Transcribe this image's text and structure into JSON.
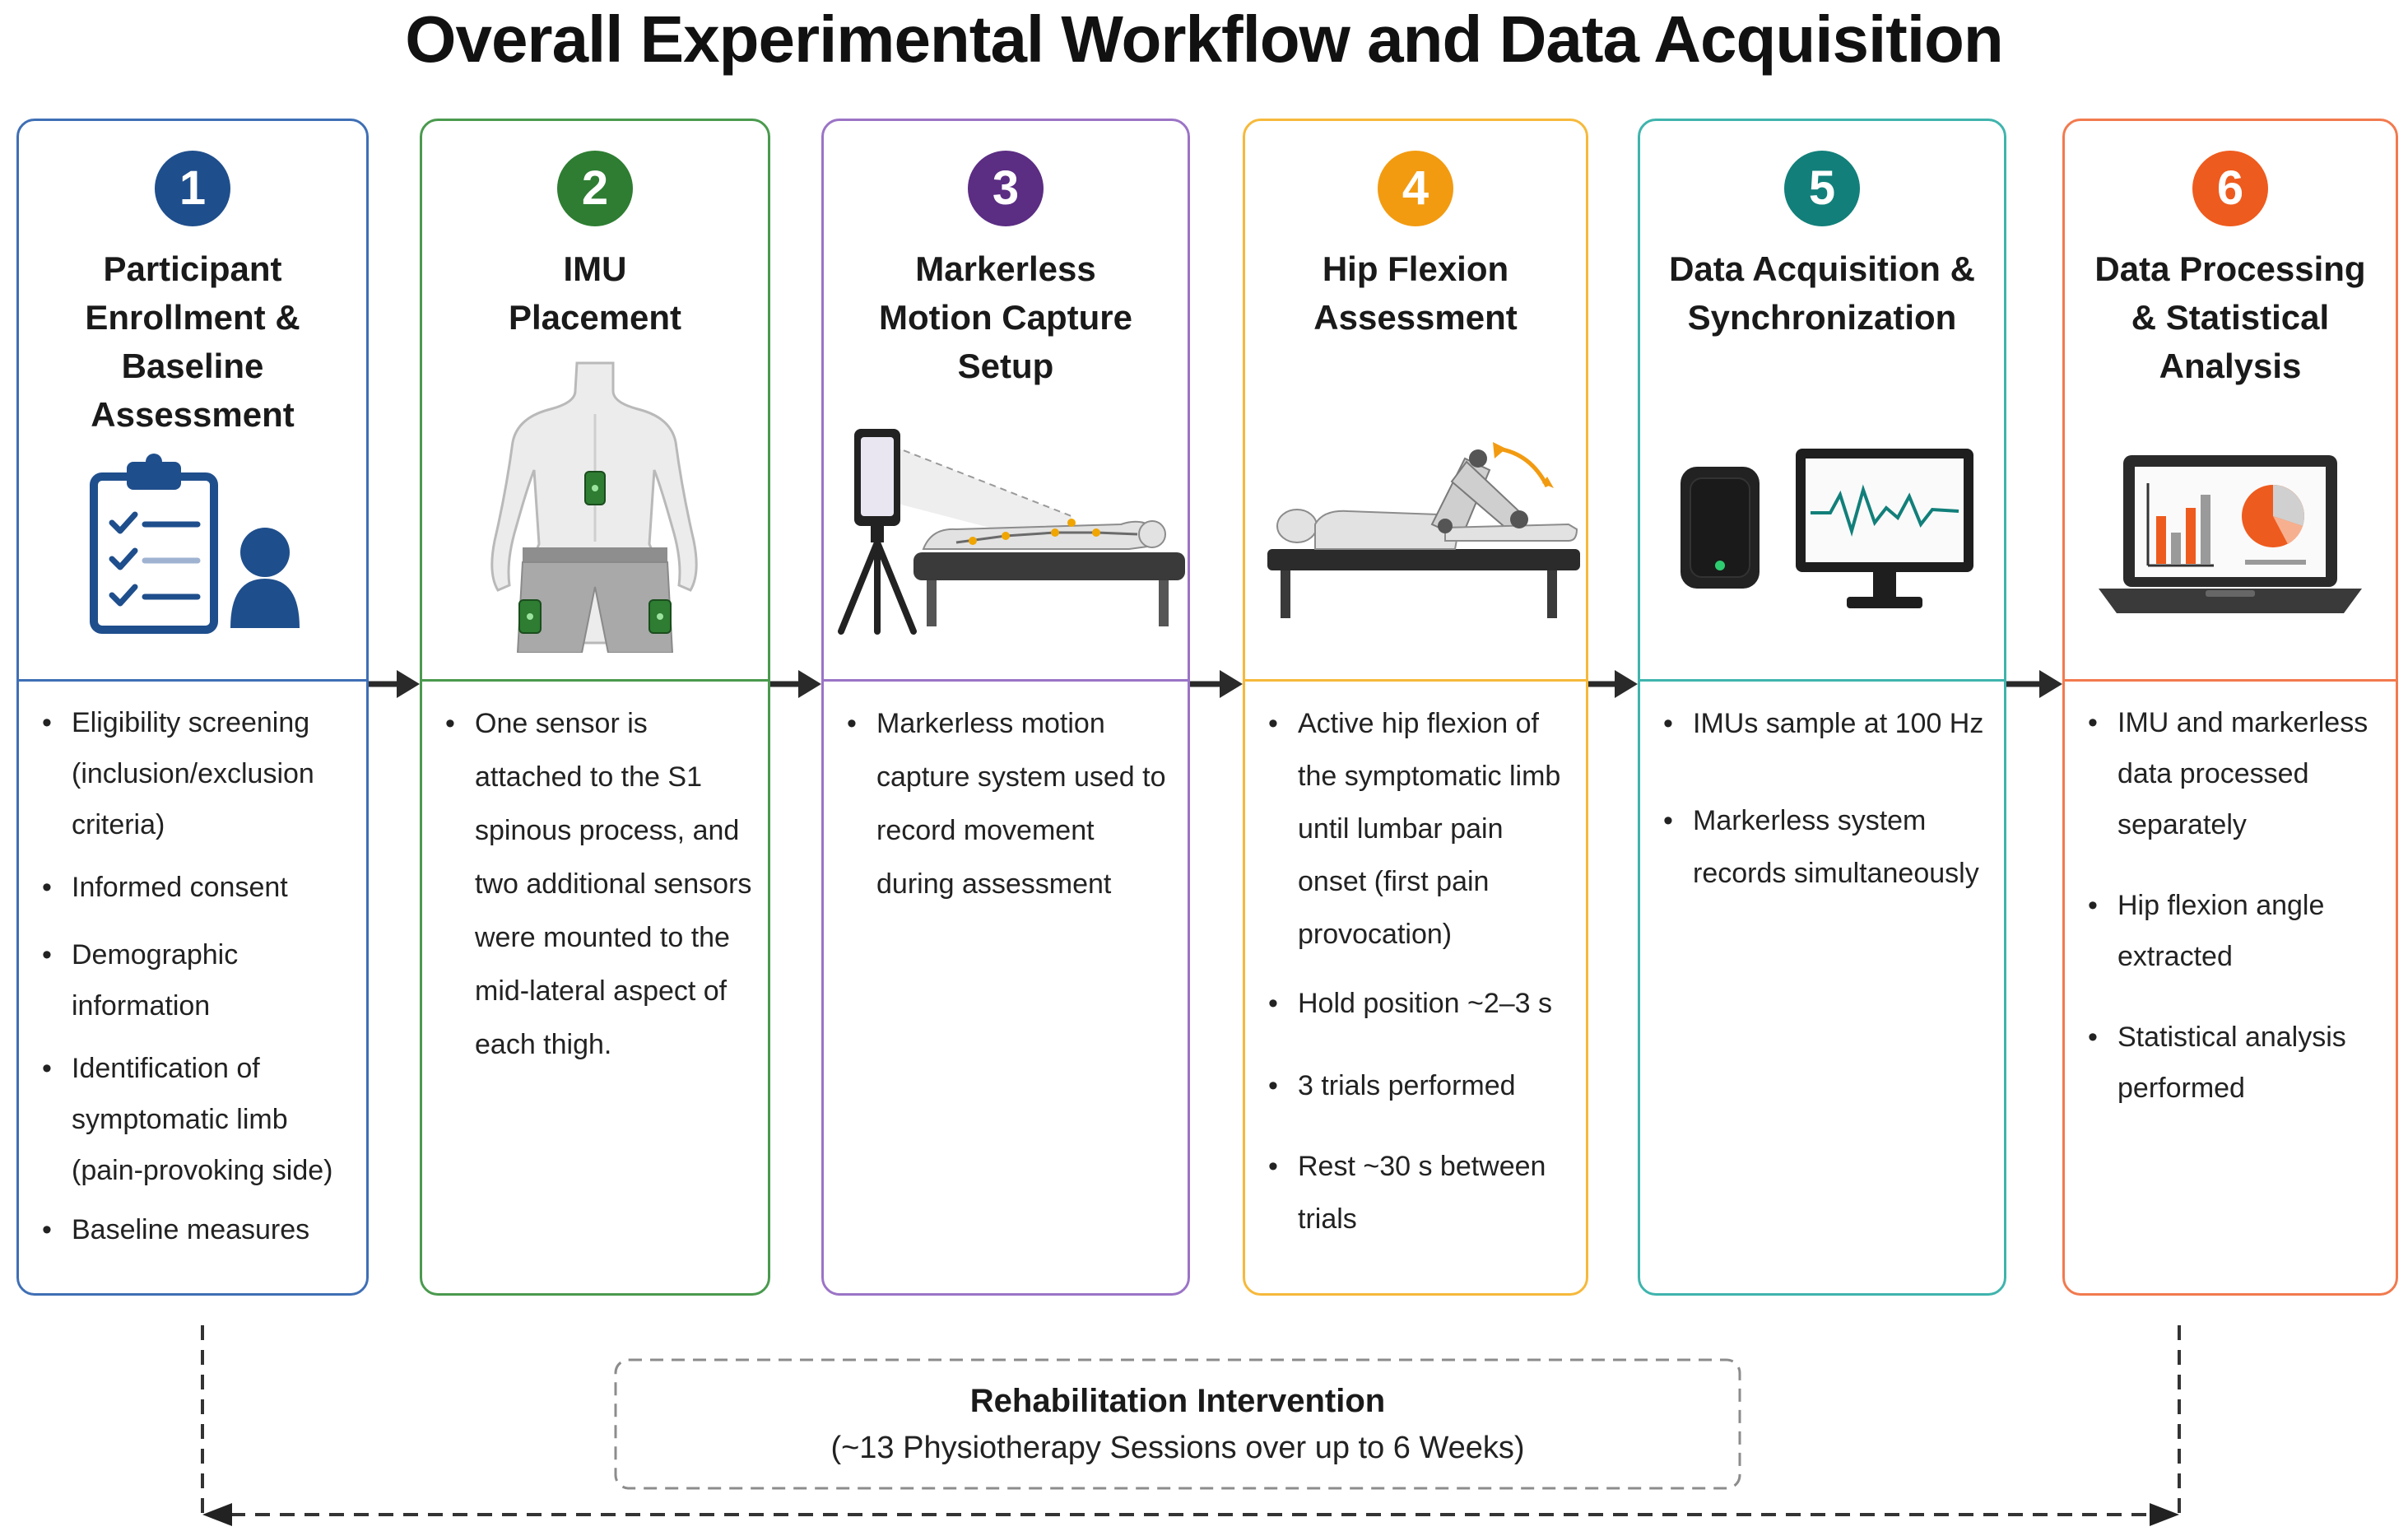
{
  "title": "Overall Experimental Workflow and Data Acquisition",
  "steps": [
    {
      "number": "1",
      "title_lines": [
        "Participant",
        "Enrollment &",
        "Baseline",
        "Assessment"
      ],
      "color": "#1f4e8c",
      "icon": "clipboard-checklist-person-icon",
      "bullets": [
        "Eligibility screening (inclusion/exclusion criteria)",
        "Informed consent",
        "Demographic information",
        "Identification of symptomatic limb (pain-provoking side)",
        "Baseline measures"
      ]
    },
    {
      "number": "2",
      "title_lines": [
        "IMU",
        "Placement"
      ],
      "color": "#2e7d32",
      "icon": "body-with-sensors-icon",
      "bullets": [
        "One sensor is attached to the S1 spinous process, and two additional sensors were mounted to the mid-lateral aspect of each thigh."
      ]
    },
    {
      "number": "3",
      "title_lines": [
        "Markerless",
        "Motion Capture",
        "Setup"
      ],
      "color": "#5b2d83",
      "icon": "camera-tripod-patient-icon",
      "bullets": [
        "Markerless motion capture system used to record movement during assessment"
      ]
    },
    {
      "number": "4",
      "title_lines": [
        "Hip Flexion",
        "Assessment"
      ],
      "color": "#f29b11",
      "icon": "hip-flexion-table-icon",
      "bullets": [
        "Active hip flexion of the symptomatic limb until lumbar pain onset (first pain provocation)",
        "Hold position ~2–3 s",
        "3 trials performed",
        "Rest ~30 s between trials"
      ]
    },
    {
      "number": "5",
      "title_lines": [
        "Data Acquisition &",
        "Synchronization"
      ],
      "color": "#127f7a",
      "icon": "imu-device-monitor-icon",
      "bullets": [
        "IMUs sample at 100 Hz",
        "Markerless system records simultaneously"
      ]
    },
    {
      "number": "6",
      "title_lines": [
        "Data Processing",
        "& Statistical",
        "Analysis"
      ],
      "color": "#ee5b1e",
      "icon": "laptop-charts-icon",
      "bullets": [
        "IMU and markerless data processed separately",
        "Hip flexion angle extracted",
        "Statistical analysis performed"
      ]
    }
  ],
  "intervention": {
    "title": "Rehabilitation Intervention",
    "subtitle": "(~13 Physiotherapy Sessions over up to 6 Weeks)"
  }
}
